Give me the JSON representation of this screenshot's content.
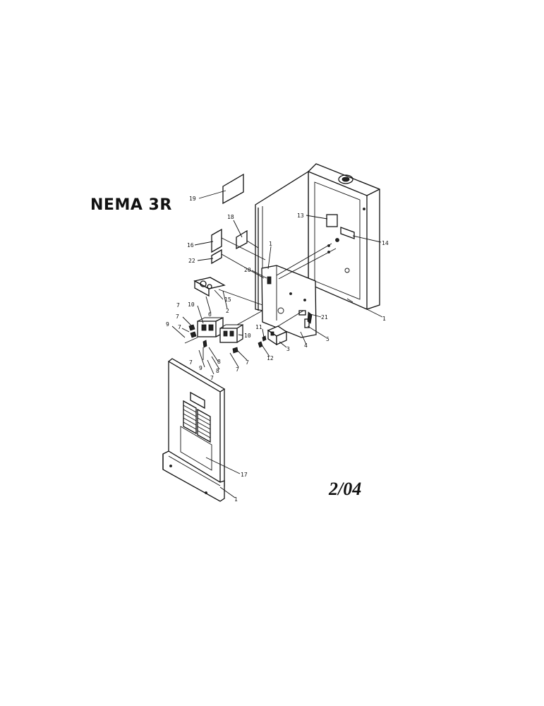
{
  "title": "NEMA 3R",
  "date": "2/04",
  "callouts": [
    "19",
    "18",
    "16",
    "22",
    "1",
    "20",
    "15",
    "2",
    "6",
    "10",
    "7",
    "7",
    "9",
    "7",
    "10",
    "8",
    "8",
    "7",
    "7",
    "7",
    "13",
    "14",
    "1",
    "21",
    "5",
    "4",
    "3",
    "11",
    "12",
    "17",
    "1"
  ]
}
